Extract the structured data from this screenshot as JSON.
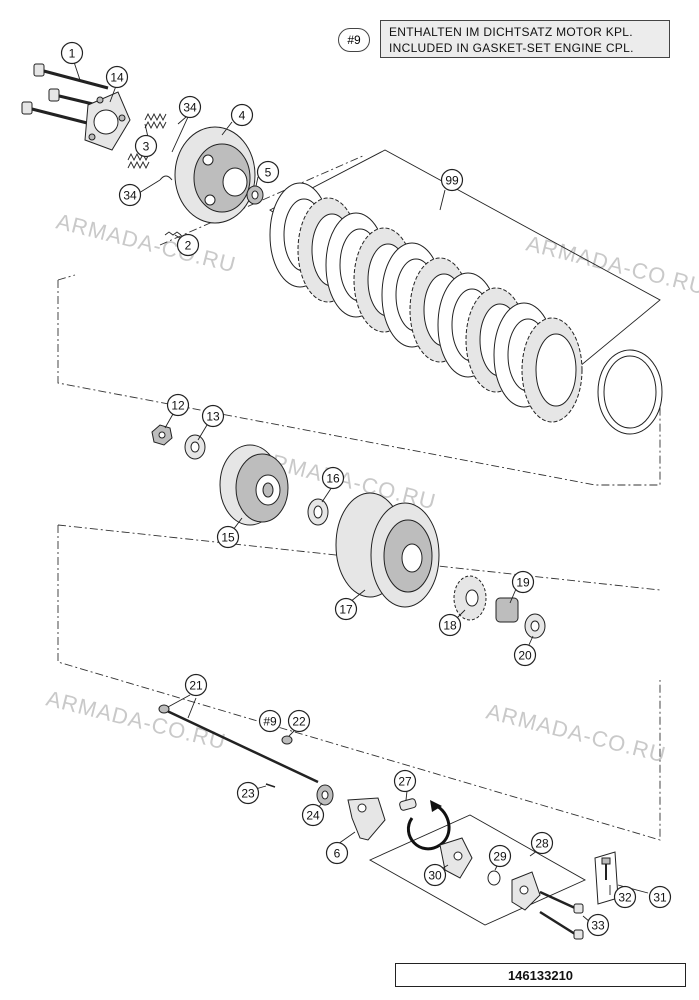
{
  "note": {
    "ref": "#9",
    "line1": "ENTHALTEN IM DICHTSATZ MOTOR KPL.",
    "line2": "INCLUDED IN GASKET-SET ENGINE CPL."
  },
  "watermark": "ARMADA-CO.RU",
  "document_number": "146133210",
  "callouts": {
    "c1": "1",
    "c14": "14",
    "c34a": "34",
    "c4": "4",
    "c3": "3",
    "c34b": "34",
    "c5": "5",
    "c2": "2",
    "c99": "99",
    "c12": "12",
    "c13": "13",
    "c16": "16",
    "c15": "15",
    "c17": "17",
    "c19": "19",
    "c18": "18",
    "c20": "20",
    "c21": "21",
    "c9": "#9",
    "c22": "22",
    "c23": "23",
    "c24": "24",
    "c27": "27",
    "c6": "6",
    "c28": "28",
    "c29": "29",
    "c30": "30",
    "c31": "31",
    "c32": "32",
    "c33": "33"
  }
}
